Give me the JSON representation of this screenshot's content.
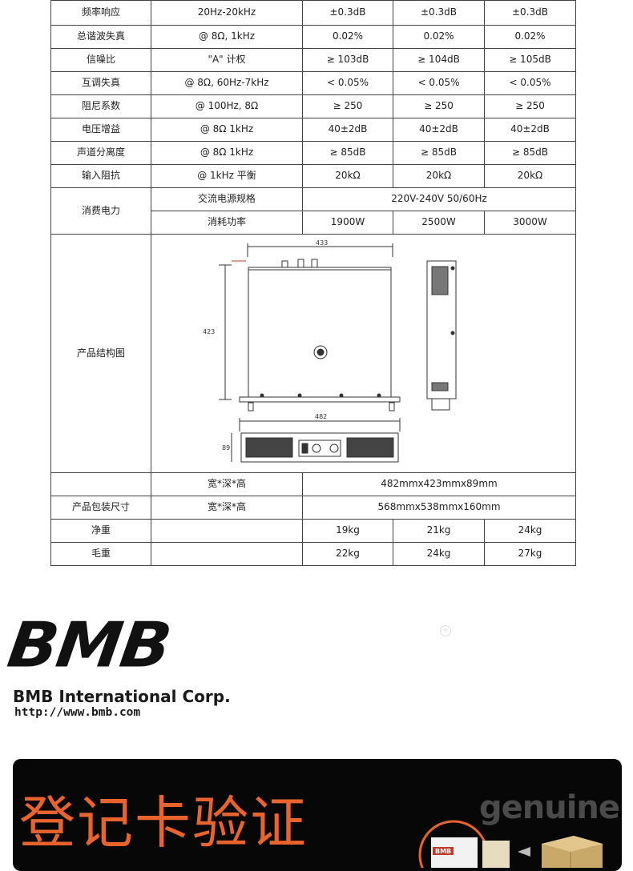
{
  "table": {
    "rows": [
      {
        "label": "频率响应",
        "cond": "20Hz-20kHz",
        "v1": "±0.3dB",
        "v2": "±0.3dB",
        "v3": "±0.3dB"
      },
      {
        "label": "总谐波失真",
        "cond": "@ 8Ω, 1kHz",
        "v1": "0.02%",
        "v2": "0.02%",
        "v3": "0.02%"
      },
      {
        "label": "信噪比",
        "cond": "\"A\" 计权",
        "v1": "≥ 103dB",
        "v2": "≥ 104dB",
        "v3": "≥ 105dB"
      },
      {
        "label": "互调失真",
        "cond": "@ 8Ω, 60Hz-7kHz",
        "v1": "< 0.05%",
        "v2": "< 0.05%",
        "v3": "< 0.05%"
      },
      {
        "label": "阻尼系数",
        "cond": "@ 100Hz, 8Ω",
        "v1": "≥ 250",
        "v2": "≥ 250",
        "v3": "≥ 250"
      },
      {
        "label": "电压增益",
        "cond": "@ 8Ω 1kHz",
        "v1": "40±2dB",
        "v2": "40±2dB",
        "v3": "40±2dB"
      },
      {
        "label": "声道分离度",
        "cond": "@ 8Ω 1kHz",
        "v1": "≥ 85dB",
        "v2": "≥ 85dB",
        "v3": "≥ 85dB"
      },
      {
        "label": "输入阻抗",
        "cond": "@ 1kHz 平衡",
        "v1": "20kΩ",
        "v2": "20kΩ",
        "v3": "20kΩ"
      }
    ],
    "power": {
      "label": "消费电力",
      "spec_label": "交流电源规格",
      "spec_value": "220V-240V  50/60Hz",
      "consumption_label": "消耗功率",
      "c1": "1900W",
      "c2": "2500W",
      "c3": "3000W"
    },
    "diagram": {
      "label": "产品结构图",
      "dim_width": "433",
      "dim_depth": "423",
      "dim_front_width": "482",
      "dim_height": "89"
    },
    "size": {
      "dims_label": "宽*深*高",
      "dims_value": "482mmx423mmx89mm",
      "pkg_label": "产品包装尺寸",
      "pkg_dims_label": "宽*深*高",
      "pkg_value": "568mmx538mmx160mm"
    },
    "net_weight": {
      "label": "净重",
      "v1": "19kg",
      "v2": "21kg",
      "v3": "24kg"
    },
    "gross_weight": {
      "label": "毛重",
      "v1": "22kg",
      "v2": "24kg",
      "v3": "27kg"
    }
  },
  "brand": {
    "logo": "BMB",
    "company": "BMB International Corp.",
    "url": "http://www.bmb.com"
  },
  "banner": {
    "title": "登记卡验证",
    "genuine_word": "genuine",
    "card_logo": "BMB"
  },
  "colors": {
    "accent": "#e8642c",
    "banner_bg": "#070707"
  }
}
